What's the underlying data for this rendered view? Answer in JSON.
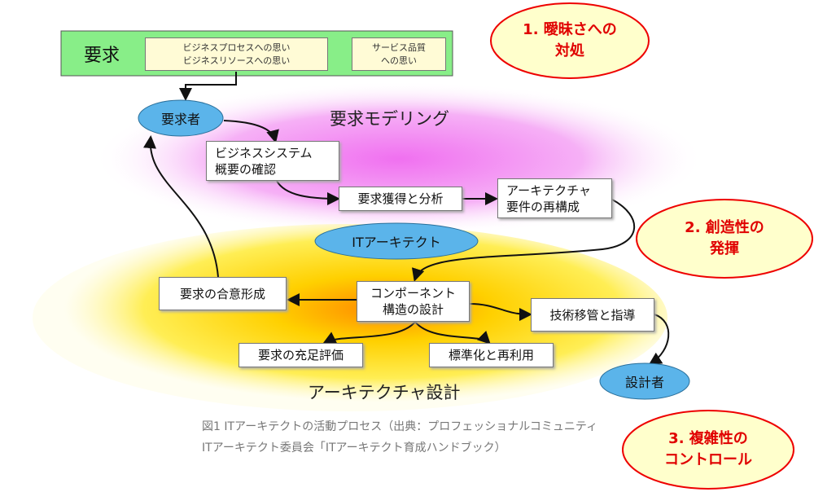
{
  "requirements": {
    "label": "要求",
    "note1": [
      "ビジネスプロセスへの思い",
      "ビジネスリソースへの思い"
    ],
    "note2": [
      "サービス品質",
      "への思い"
    ]
  },
  "callouts": [
    [
      "1. 曖昧さへの",
      "対処"
    ],
    [
      "2. 創造性の",
      "発揮"
    ],
    [
      "3. 複雑性の",
      "コントロール"
    ]
  ],
  "regions": {
    "modeling": "要求モデリング",
    "design": "アーキテクチャ設計"
  },
  "actors": {
    "requester": "要求者",
    "architect": "ITアーキテクト",
    "designer": "設計者"
  },
  "steps": {
    "biz": [
      "ビジネスシステム",
      "概要の確認"
    ],
    "acquire": "要求獲得と分析",
    "reconfig": [
      "アーキテクチャ",
      "要件の再構成"
    ],
    "consensus": "要求の合意形成",
    "component": [
      "コンポーネント",
      "構造の設計"
    ],
    "transfer": "技術移管と指導",
    "evaluate": "要求の充足評価",
    "reuse": "標準化と再利用"
  },
  "caption": [
    "図1 ITアーキテクトの活動プロセス（出典：プロフェッショナルコミュニティ",
    "ITアーキテクト委員会「ITアーキテクト育成ハンドブック）"
  ],
  "colors": {
    "green": "#88ee88",
    "blue": "#5bb4ea",
    "red": "#e00000",
    "pink": "#f080f0",
    "yellow": "#ffee33"
  }
}
